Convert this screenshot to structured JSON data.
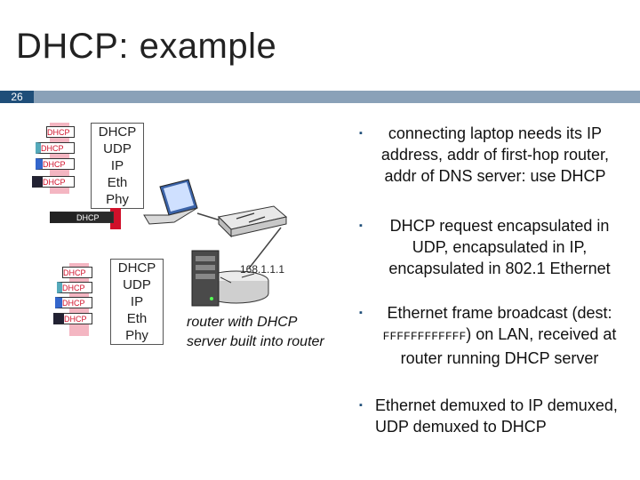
{
  "title": "DHCP: example",
  "slide_number": "26",
  "laptop_stack": [
    "DHCP",
    "UDP",
    "IP",
    "Eth",
    "Phy"
  ],
  "router_stack": [
    "DHCP",
    "UDP",
    "IP",
    "Eth",
    "Phy"
  ],
  "packet_label": "DHCP",
  "router_ip": "168.1.1.1",
  "router_caption": "router with DHCP server built into router",
  "bullets": [
    "connecting laptop needs its IP address, addr of first-hop router, addr of DNS server: use DHCP",
    "DHCP request encapsulated in UDP, encapsulated in IP, encapsulated in 802.1 Ethernet",
    "Ethernet frame broadcast (dest: ",
    "Ethernet demuxed to IP demuxed, UDP demuxed to DHCP"
  ],
  "broadcast_addr": "FFFFFFFFFFFF",
  "broadcast_tail": ") on LAN, received at router running DHCP server",
  "colors": {
    "accent": "#1f4e79",
    "bar": "#8aa1b8",
    "packet_text": "#d0102a",
    "pink": "#f4b6c2"
  }
}
